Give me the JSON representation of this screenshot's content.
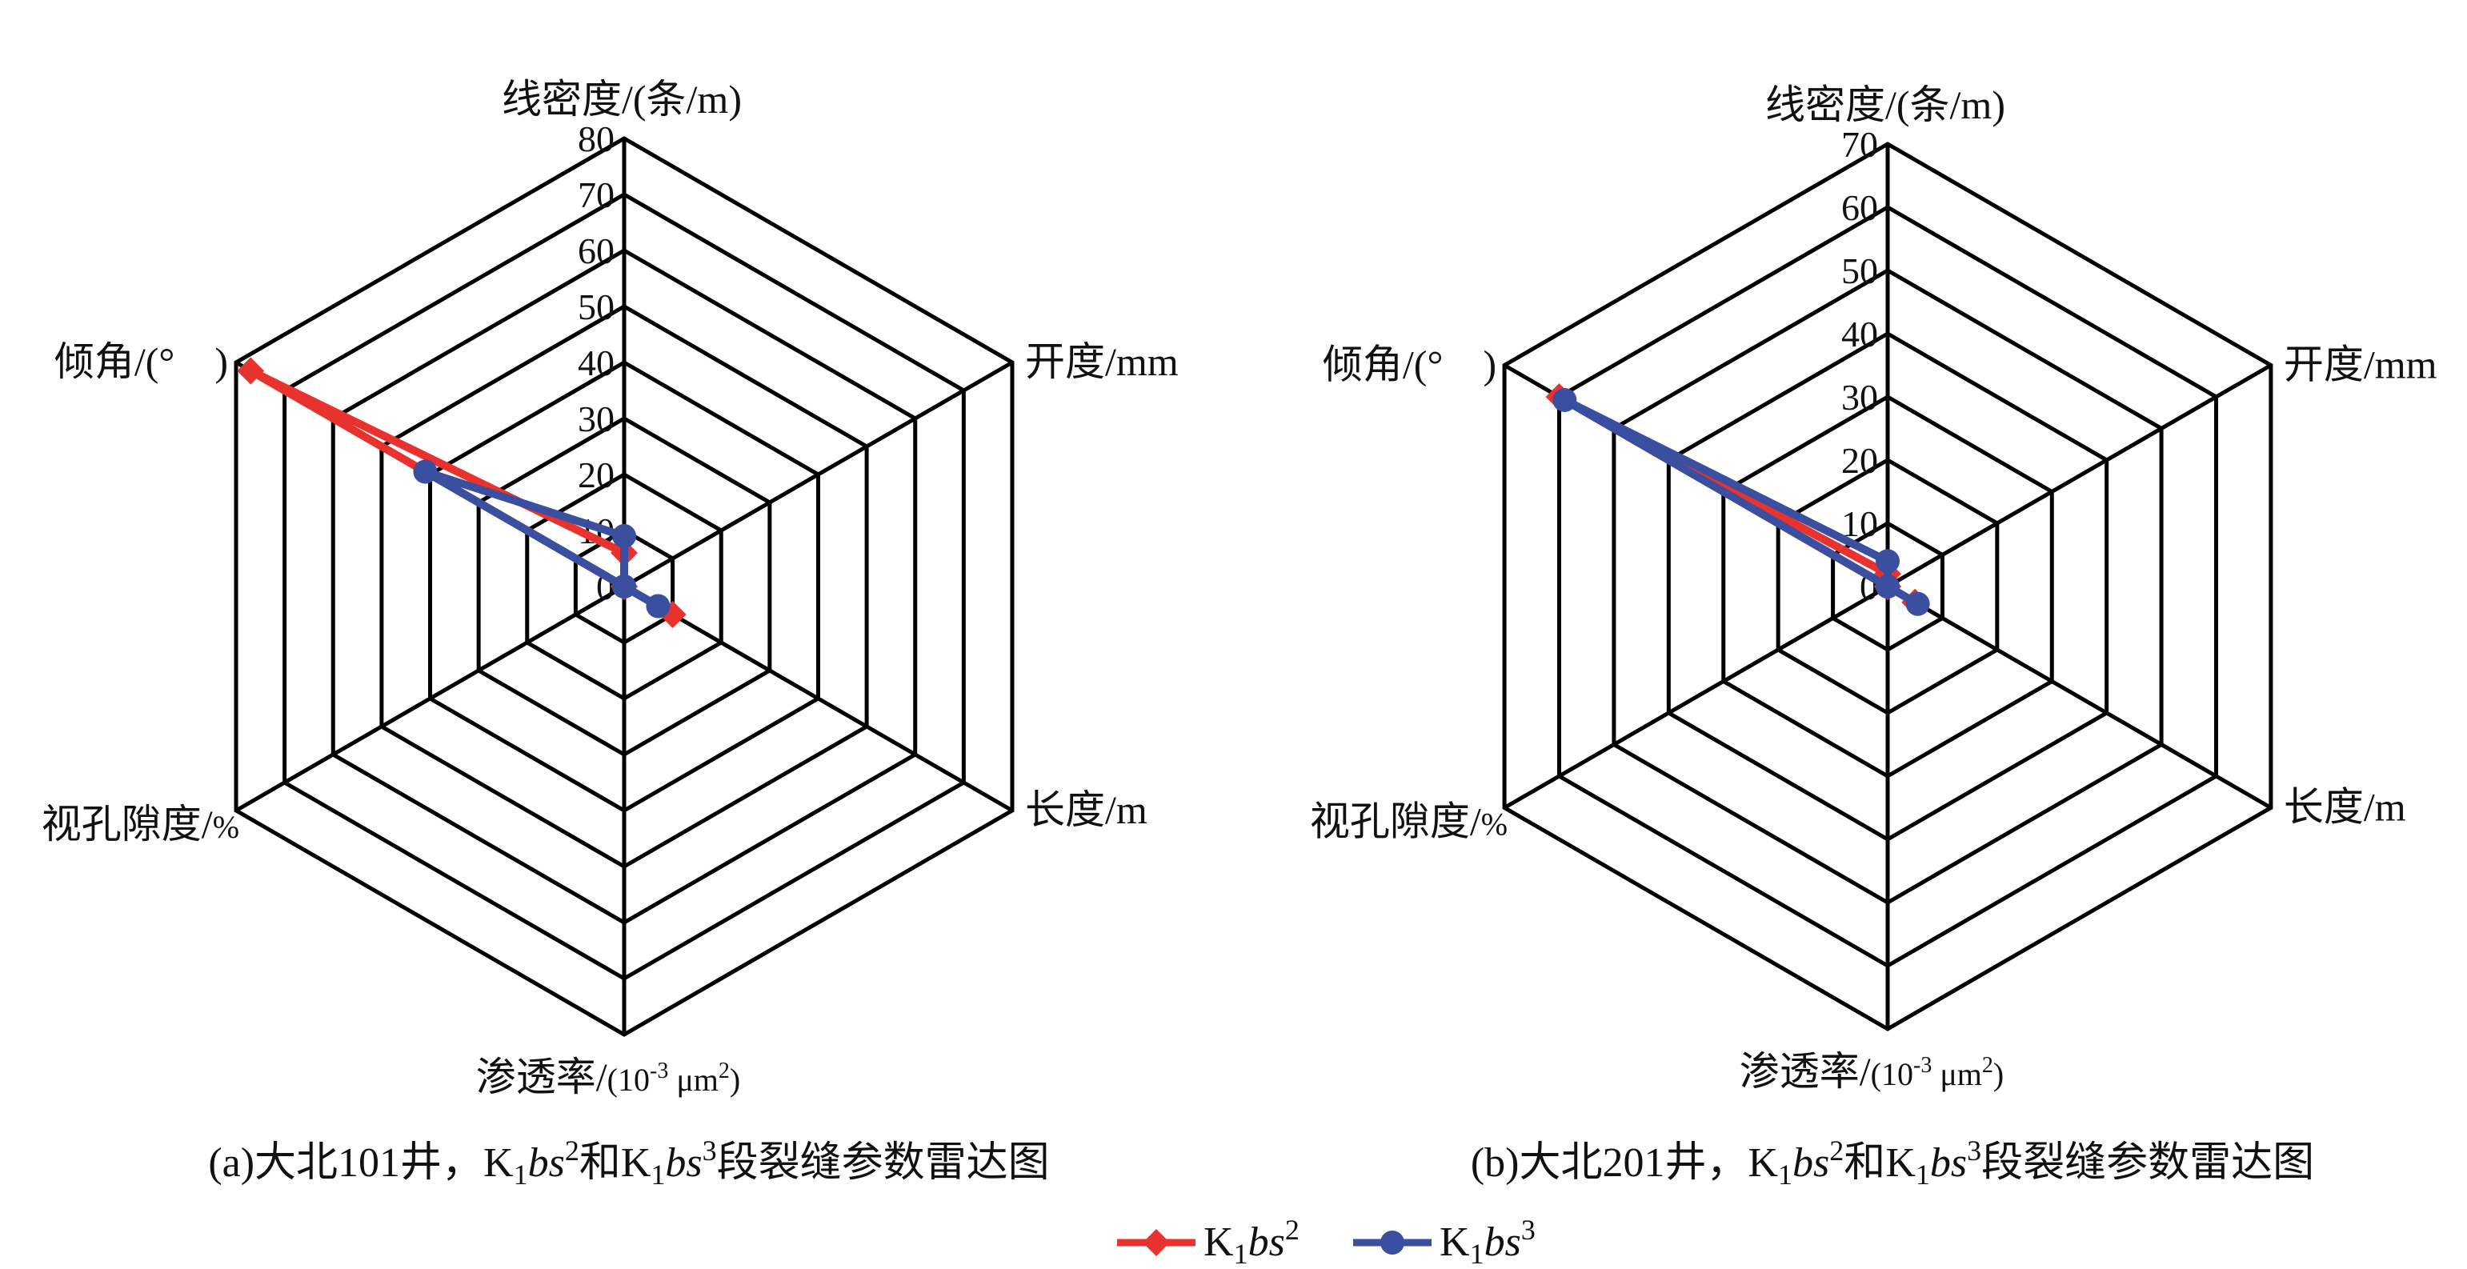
{
  "colors": {
    "series1": "#e8322d",
    "series2": "#3a4fa0",
    "grid": "#000000"
  },
  "legend": [
    {
      "base": "K",
      "sub": "1",
      "ital": "bs",
      "sup": "2",
      "marker": "diamond"
    },
    {
      "base": "K",
      "sub": "1",
      "ital": "bs",
      "sup": "3",
      "marker": "circle"
    }
  ],
  "chart_data": [
    {
      "type": "radar",
      "caption": {
        "prefix": "(a)大北101井，",
        "mid": "和",
        "suffix": "段裂缝参数雷达图"
      },
      "axes": [
        "线密度/(条/m)",
        "开度/mm",
        "长度/m",
        "渗透率/",
        "视孔隙度/",
        "倾角/(°　)"
      ],
      "axis_unit_suffix": {
        "perm_unit": "(10",
        "perm_exp": "-3",
        "perm_rest": " μm",
        "perm_sq": "2",
        "perm_close": ")",
        "porosity_unit": "%"
      },
      "rlim": [
        0,
        80
      ],
      "ticks": [
        "0",
        "10",
        "20",
        "30",
        "40",
        "50",
        "60",
        "70",
        "80"
      ],
      "series": [
        {
          "name": "K1bs2",
          "values": [
            6,
            0,
            10,
            0,
            0,
            77
          ]
        },
        {
          "name": "K1bs3",
          "values": [
            9,
            0,
            7,
            0,
            0,
            41
          ]
        }
      ]
    },
    {
      "type": "radar",
      "caption": {
        "prefix": "(b)大北201井，",
        "mid": "和",
        "suffix": "段裂缝参数雷达图"
      },
      "axes": [
        "线密度/(条/m)",
        "开度/mm",
        "长度/m",
        "渗透率/",
        "视孔隙度/",
        "倾角/(°　)"
      ],
      "axis_unit_suffix": {
        "perm_unit": "(10",
        "perm_exp": "-3",
        "perm_rest": " μm",
        "perm_sq": "2",
        "perm_close": ")",
        "porosity_unit": "%"
      },
      "rlim": [
        0,
        70
      ],
      "ticks": [
        "0",
        "10",
        "20",
        "30",
        "40",
        "50",
        "60",
        "70"
      ],
      "series": [
        {
          "name": "K1bs2",
          "values": [
            2,
            0,
            5,
            0,
            0,
            60
          ]
        },
        {
          "name": "K1bs3",
          "values": [
            4,
            0,
            5.5,
            0,
            0,
            59
          ]
        }
      ]
    }
  ]
}
